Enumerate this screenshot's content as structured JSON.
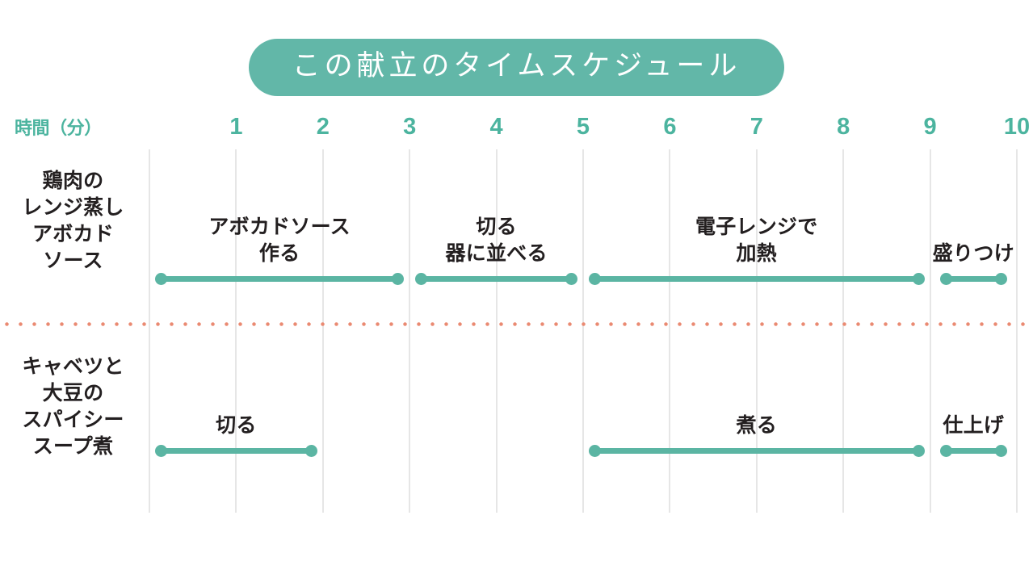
{
  "title": "この献立のタイムスケジュール",
  "axis": {
    "title": "時間（分）",
    "ticks": [
      "1",
      "2",
      "3",
      "4",
      "5",
      "6",
      "7",
      "8",
      "9",
      "10"
    ],
    "min": 0,
    "max": 10,
    "unit": "分"
  },
  "colors": {
    "accent_teal": "#5bb5a3",
    "title_pill": "#62b7a8",
    "tick_text": "#4cb49f",
    "separator_dots": "#ea8a72",
    "gridline": "#e6e6e6",
    "label_text": "#231f20",
    "background": "#ffffff"
  },
  "chart_data": {
    "type": "bar",
    "title": "この献立のタイムスケジュール",
    "xlabel": "時間（分）",
    "ylabel": "",
    "xlim": [
      0,
      10
    ],
    "grid": true,
    "legend": "none",
    "categories": [
      "鶏肉のレンジ蒸しアボカドソース",
      "キャベツと大豆のスパイシースープ煮"
    ],
    "series": [
      {
        "name": "鶏肉のレンジ蒸しアボカドソース",
        "name_lines": [
          "鶏肉の",
          "レンジ蒸し",
          "アボカド",
          "ソース"
        ],
        "tasks": [
          {
            "label_lines": [
              "アボカドソース",
              "作る"
            ],
            "start": 0.1,
            "end": 2.9
          },
          {
            "label_lines": [
              "切る",
              "器に並べる"
            ],
            "start": 3.1,
            "end": 4.9
          },
          {
            "label_lines": [
              "電子レンジで",
              "加熱"
            ],
            "start": 5.1,
            "end": 8.9
          },
          {
            "label_lines": [
              "盛りつけ"
            ],
            "start": 9.15,
            "end": 9.85
          }
        ]
      },
      {
        "name": "キャベツと大豆のスパイシースープ煮",
        "name_lines": [
          "キャベツと",
          "大豆の",
          "スパイシー",
          "スープ煮"
        ],
        "tasks": [
          {
            "label_lines": [
              "切る"
            ],
            "start": 0.1,
            "end": 1.9
          },
          {
            "label_lines": [
              "煮る"
            ],
            "start": 5.1,
            "end": 8.9
          },
          {
            "label_lines": [
              "仕上げ"
            ],
            "start": 9.15,
            "end": 9.85
          }
        ]
      }
    ]
  }
}
